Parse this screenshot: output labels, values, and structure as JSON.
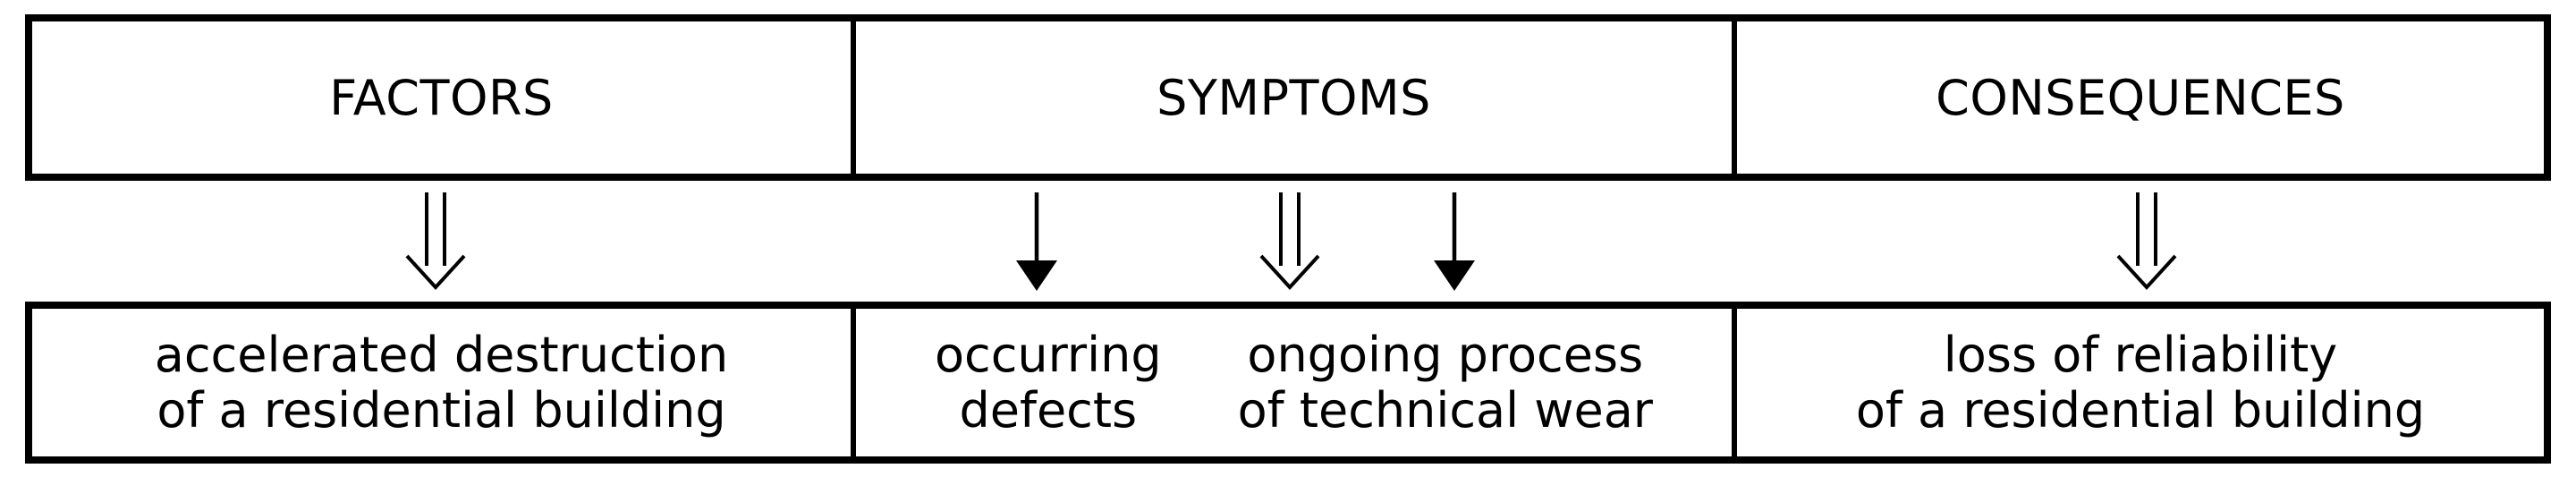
{
  "columns": [
    {
      "id": "factors",
      "header": "FACTORS",
      "arrows": [
        "double-outline"
      ],
      "items": [
        [
          "accelerated destruction",
          "of a residential building"
        ]
      ]
    },
    {
      "id": "symptoms",
      "header": "SYMPTOMS",
      "arrows": [
        "solid",
        "double-outline",
        "solid"
      ],
      "items": [
        [
          "occurring",
          "defects"
        ],
        [
          "ongoing process",
          "of technical wear"
        ]
      ]
    },
    {
      "id": "consequences",
      "header": "CONSEQUENCES",
      "arrows": [
        "double-outline"
      ],
      "items": [
        [
          "loss of reliability",
          "of a residential building"
        ]
      ]
    }
  ],
  "colors": {
    "border": "#000000",
    "text": "#000000",
    "background": "#ffffff"
  }
}
